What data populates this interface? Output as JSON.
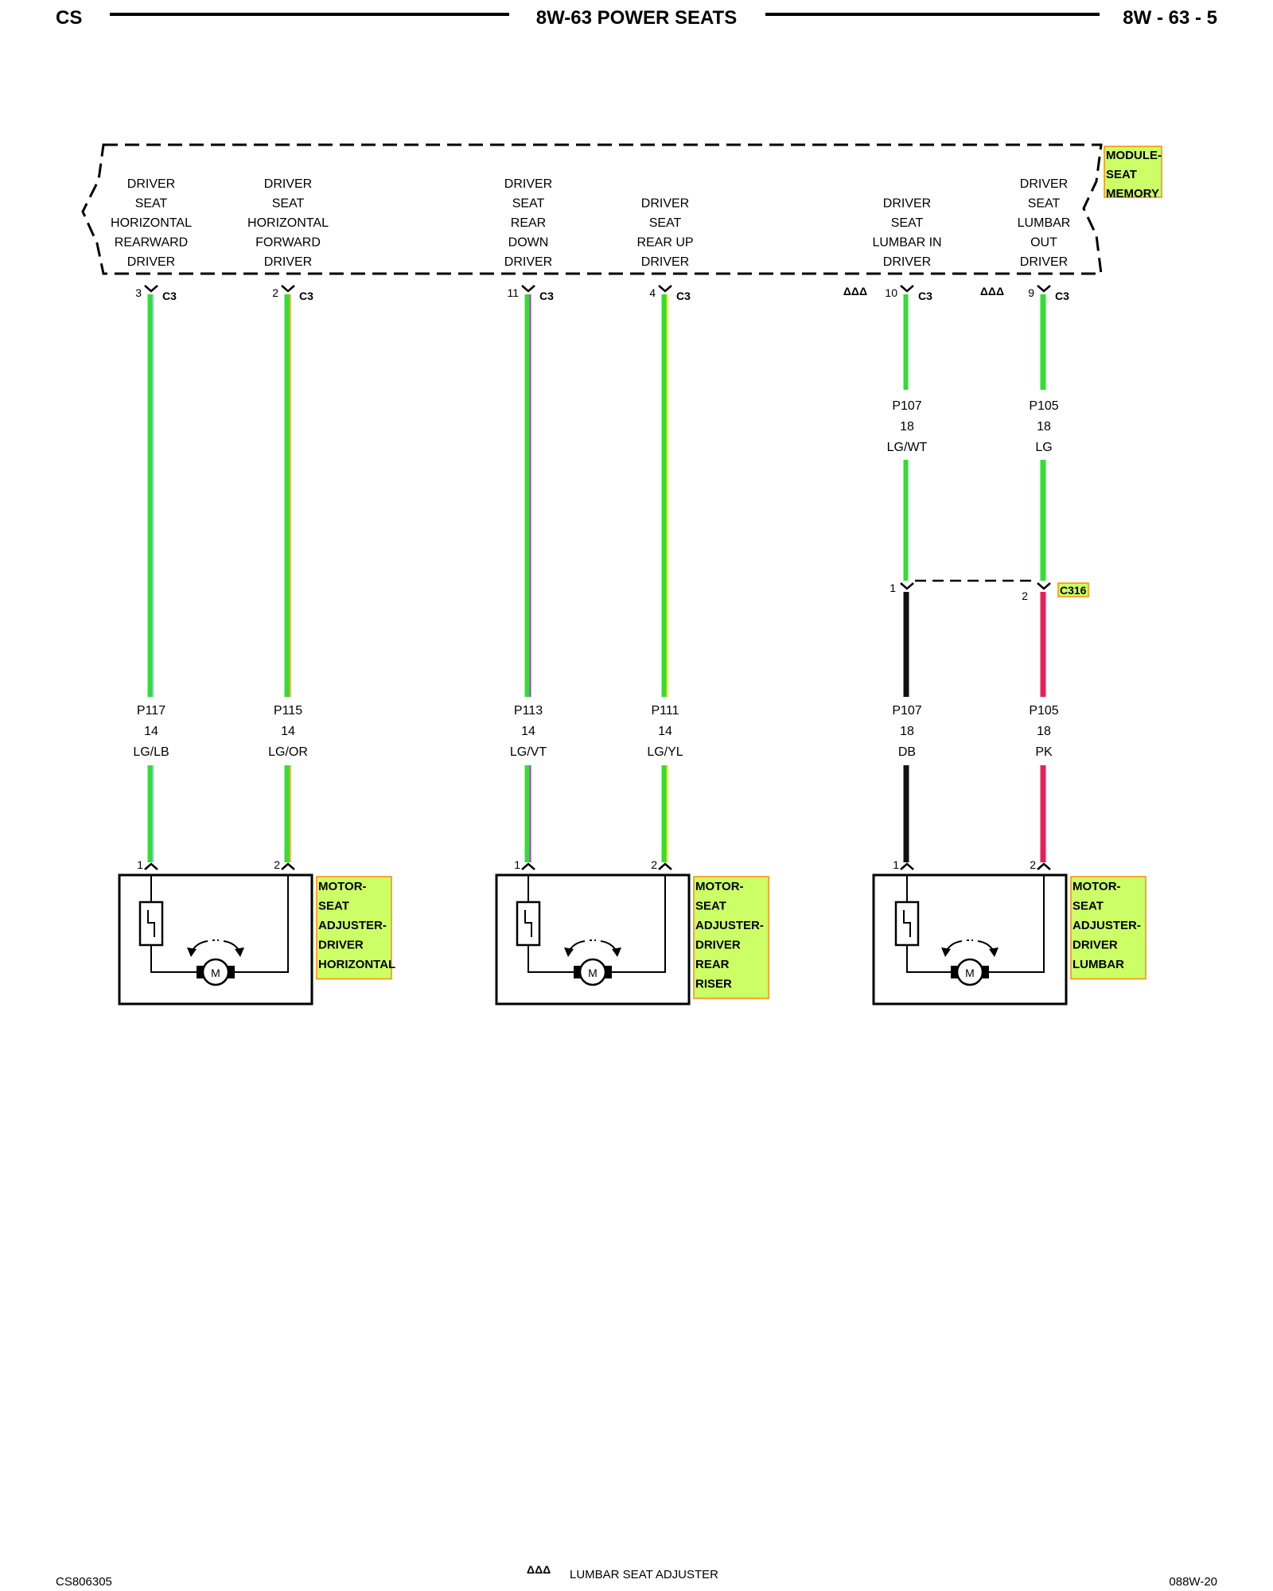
{
  "header": {
    "left": "CS",
    "title": "8W-63 POWER SEATS",
    "page": "8W - 63 - 5"
  },
  "module": {
    "name_lines": [
      "MODULE-",
      "SEAT",
      "MEMORY"
    ]
  },
  "circuits": [
    {
      "function_lines": [
        "DRIVER",
        "SEAT",
        "HORIZONTAL",
        "REARWARD",
        "DRIVER"
      ],
      "pin": "3",
      "connector": "C3",
      "upper_wire": null,
      "splice": null,
      "lower_wire": {
        "circuit": "P117",
        "gauge": "14",
        "color": "LG/LB"
      },
      "motor_pin": "1",
      "colors": [
        "#33dd33",
        "#a8c8ff"
      ]
    },
    {
      "function_lines": [
        "DRIVER",
        "SEAT",
        "HORIZONTAL",
        "FORWARD",
        "DRIVER"
      ],
      "pin": "2",
      "connector": "C3",
      "upper_wire": null,
      "splice": null,
      "lower_wire": {
        "circuit": "P115",
        "gauge": "14",
        "color": "LG/OR"
      },
      "motor_pin": "2",
      "colors": [
        "#33dd33",
        "#ff9a1f"
      ]
    },
    {
      "function_lines": [
        "DRIVER",
        "SEAT",
        "REAR",
        "DOWN",
        "DRIVER"
      ],
      "pin": "11",
      "connector": "C3",
      "upper_wire": null,
      "splice": null,
      "lower_wire": {
        "circuit": "P113",
        "gauge": "14",
        "color": "LG/VT"
      },
      "motor_pin": "1",
      "colors": [
        "#33dd33",
        "#9a40d8"
      ]
    },
    {
      "function_lines": [
        "DRIVER",
        "SEAT",
        "REAR UP",
        "DRIVER"
      ],
      "pin": "4",
      "connector": "C3",
      "upper_wire": null,
      "splice": null,
      "lower_wire": {
        "circuit": "P111",
        "gauge": "14",
        "color": "LG/YL"
      },
      "motor_pin": "2",
      "colors": [
        "#33dd33",
        "#e8e800"
      ]
    },
    {
      "function_lines": [
        "DRIVER",
        "SEAT",
        "LUMBAR IN",
        "DRIVER"
      ],
      "pin": "10",
      "connector": "C3",
      "upper_wire": {
        "circuit": "P107",
        "gauge": "18",
        "color": "LG/WT"
      },
      "splice": {
        "pin": "1"
      },
      "lower_wire": {
        "circuit": "P107",
        "gauge": "18",
        "color": "DB"
      },
      "motor_pin": "1",
      "colors": [
        "#33dd33",
        "#ffffff"
      ],
      "lower_colors": [
        "#111111"
      ]
    },
    {
      "function_lines": [
        "DRIVER",
        "SEAT",
        "LUMBAR",
        "OUT",
        "DRIVER"
      ],
      "pin": "9",
      "connector": "C3",
      "upper_wire": {
        "circuit": "P105",
        "gauge": "18",
        "color": "LG"
      },
      "splice": {
        "pin": "2",
        "connector": "C316"
      },
      "lower_wire": {
        "circuit": "P105",
        "gauge": "18",
        "color": "PK"
      },
      "motor_pin": "2",
      "colors": [
        "#33dd33"
      ],
      "lower_colors": [
        "#e8205a"
      ]
    }
  ],
  "motors": [
    {
      "label_lines": [
        "MOTOR-",
        "SEAT",
        "ADJUSTER-",
        "DRIVER",
        "HORIZONTAL"
      ],
      "symbol": "M"
    },
    {
      "label_lines": [
        "MOTOR-",
        "SEAT",
        "ADJUSTER-",
        "DRIVER",
        "REAR",
        "RISER"
      ],
      "symbol": "M"
    },
    {
      "label_lines": [
        "MOTOR-",
        "SEAT",
        "ADJUSTER-",
        "DRIVER",
        "LUMBAR"
      ],
      "symbol": "M"
    }
  ],
  "lumbar_marker": "ΔΔΔ",
  "footer": {
    "left": "CS806305",
    "note_symbol": "ΔΔΔ",
    "note": "LUMBAR SEAT ADJUSTER",
    "right": "088W-20"
  },
  "colors": {
    "highlight_fill": "#ccff66",
    "highlight_border": "#ff8a00"
  }
}
